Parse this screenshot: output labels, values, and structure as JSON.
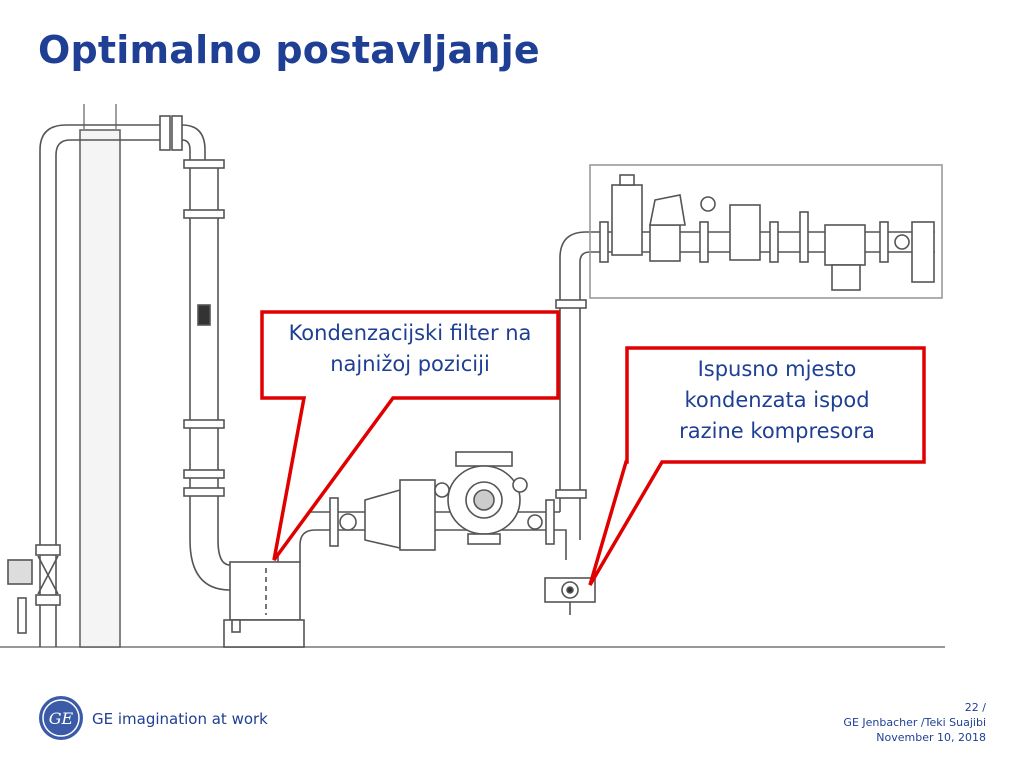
{
  "slide": {
    "title": "Optimalno postavljanje"
  },
  "callouts": {
    "filter_line1": "Kondenzacijski filter na",
    "filter_line2": "najnižoj poziciji",
    "drain_line1": "Ispusno mjesto",
    "drain_line2": "kondenzata ispod",
    "drain_line3": "razine kompresora"
  },
  "branding": {
    "logo_text": "GE",
    "tagline": "GE imagination at work"
  },
  "footer": {
    "page": "22 /",
    "author": "GE Jenbacher /Teki Suajibi",
    "date": "November 10, 2018"
  },
  "colors": {
    "title": "#1f3f94",
    "callout_border": "#e00000",
    "line_art": "#555555"
  }
}
